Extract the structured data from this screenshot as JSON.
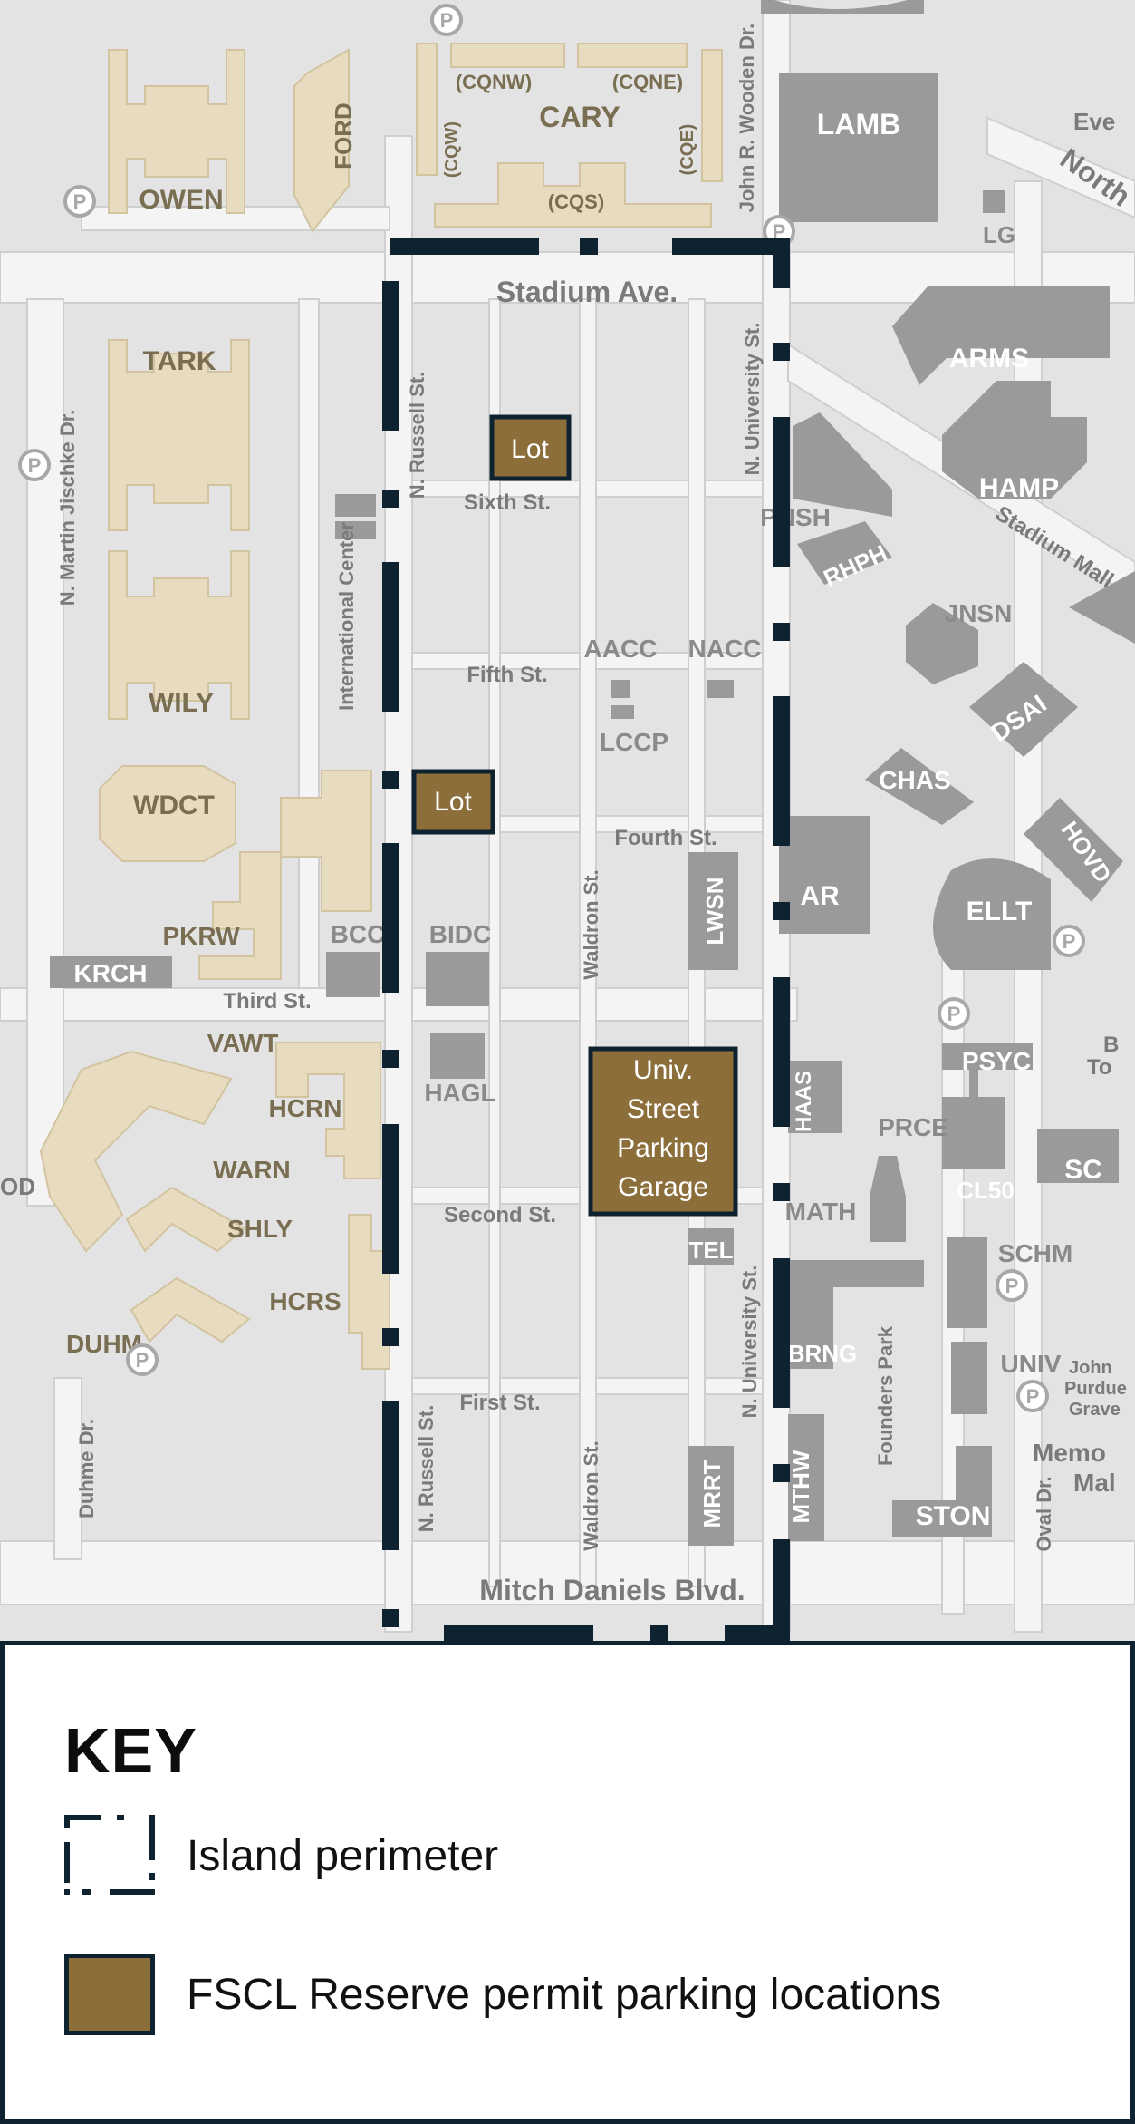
{
  "map": {
    "buildings_tan": [
      "OWEN",
      "FORD",
      "CARY",
      "(CQNW)",
      "(CQNE)",
      "(CQW)",
      "(CQE)",
      "(CQS)",
      "TARK",
      "WILY",
      "WDCT",
      "PKRW",
      "HCRN",
      "WARN",
      "SHLY",
      "HCRS",
      "DUHM",
      "VAWT"
    ],
    "buildings_gray": [
      "LAMB",
      "LG",
      "ARMS",
      "HAMP",
      "PNSH",
      "RHPH",
      "JNSN",
      "DSAI",
      "CHAS",
      "HOVD",
      "AR",
      "ELLT",
      "PSYC",
      "CL50",
      "SC",
      "PRCE",
      "HAAS",
      "MATH",
      "SCHM",
      "UNIV",
      "BRNG",
      "MTHW",
      "STON",
      "TEL",
      "MRRT",
      "LWSN",
      "AACC",
      "NACC",
      "LCCP",
      "BIDC",
      "BCC",
      "HAGL",
      "KRCH"
    ],
    "streets": [
      "Stadium Ave.",
      "Sixth St.",
      "Fifth St.",
      "Fourth St.",
      "Third St.",
      "Second St.",
      "First St.",
      "Mitch Daniels Blvd.",
      "N. Russell St.",
      "N. University St.",
      "Waldron St.",
      "N. Martin Jischke Dr.",
      "John R. Wooden Dr.",
      "Duhme Dr.",
      "Oval Dr.",
      "Stadium Mall",
      "International Center",
      "Founders Park"
    ],
    "edge_text": [
      "Eve",
      "North",
      "B",
      "To",
      "John",
      "Purdue",
      "Grave",
      "Memo",
      "Mal",
      "OD"
    ],
    "parking_lots": [
      {
        "label": "Lot"
      },
      {
        "label": "Lot"
      },
      {
        "lines": [
          "Univ.",
          "Street",
          "Parking",
          "Garage"
        ]
      }
    ],
    "colors": {
      "background": "#e3e3e3",
      "road": "#f4f4f4",
      "road_edge": "#cfcfcf",
      "building_tan": "#e8dcc0",
      "building_tan_edge": "#d3c4a0",
      "building_gray": "#9a9a9a",
      "perimeter": "#0f2230",
      "parking": "#8b6e3a"
    },
    "icons": [
      "parking-icon"
    ]
  },
  "key": {
    "title": "KEY",
    "items": [
      {
        "icon": "perimeter-dash-icon",
        "label": "Island perimeter"
      },
      {
        "icon": "parking-swatch-icon",
        "label": "FSCL Reserve permit parking locations"
      }
    ]
  }
}
